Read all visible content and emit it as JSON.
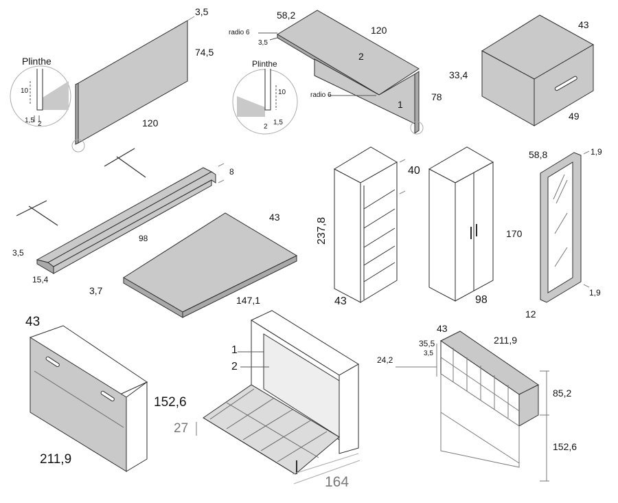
{
  "colors": {
    "panel": "#c9c9c9",
    "panel_dark": "#a9a9a9",
    "line": "#2a2a2a",
    "white": "#ffffff"
  },
  "desk_panel": {
    "thickness": "3,5",
    "height": "74,5",
    "width": "120",
    "plinth_title": "Plinthe",
    "plinth_h": "10",
    "plinth_a": "1,5",
    "plinth_b": "2"
  },
  "desk_top": {
    "depth": "58,2",
    "radius_top": "radio 6",
    "thickness": "3,5",
    "width": "120",
    "part_top": "2",
    "plinth_title": "Plinthe",
    "radius_bottom": "radio 6",
    "part_side": "1",
    "height": "78",
    "plinth_h": "10",
    "plinth_a": "2",
    "plinth_b": "1,5"
  },
  "drawer_unit": {
    "depth": "43",
    "height": "33,4",
    "width": "49"
  },
  "shelf": {
    "height": "8",
    "length": "98",
    "lip": "3,5",
    "depth": "15,4"
  },
  "board": {
    "depth": "43",
    "thickness": "3,7",
    "length": "147,1"
  },
  "bookcase": {
    "width": "40",
    "height": "237,8",
    "depth": "43"
  },
  "wardrobe": {
    "height": "170",
    "width": "98"
  },
  "mirror": {
    "width": "58,8",
    "frame_top": "1,9",
    "frame_bottom": "1,9",
    "depth": "12"
  },
  "bed_closed": {
    "depth": "43",
    "height": "152,6",
    "width": "211,9"
  },
  "bed_open": {
    "part_1": "1",
    "part_2": "2",
    "leg": "27",
    "width": "164"
  },
  "bed_with_unit": {
    "depth": "43",
    "width": "211,9",
    "d1": "35,5",
    "d2": "3,5",
    "d3": "24,2",
    "unit_h": "85,2",
    "bed_h": "152,6"
  }
}
